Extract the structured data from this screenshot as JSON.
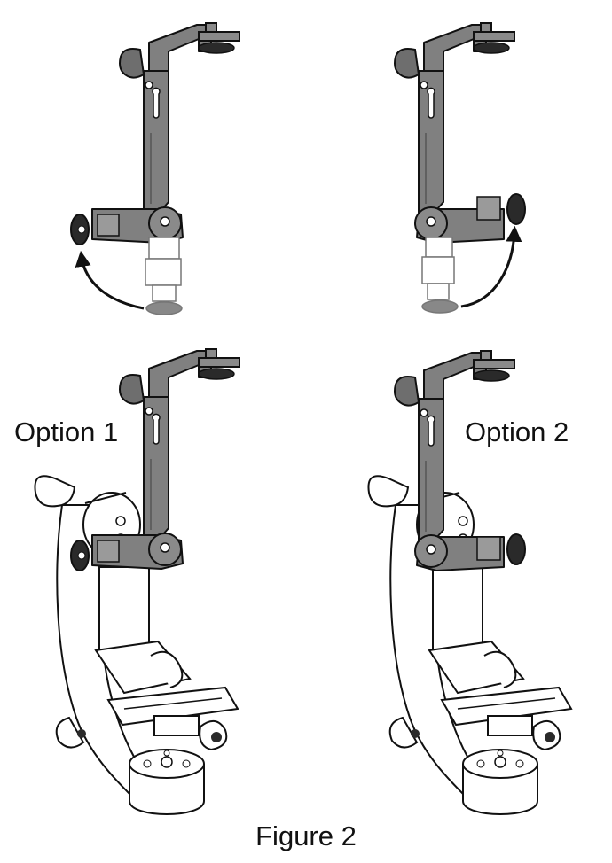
{
  "labels": {
    "option1": "Option 1",
    "option2": "Option 2",
    "caption": "Figure 2"
  },
  "colors": {
    "bracket": "#808080",
    "bracket_dark": "#6e6e6e",
    "outline": "#111111",
    "knob": "#2a2a2a",
    "arrow": "#111111",
    "body": "#ffffff"
  }
}
